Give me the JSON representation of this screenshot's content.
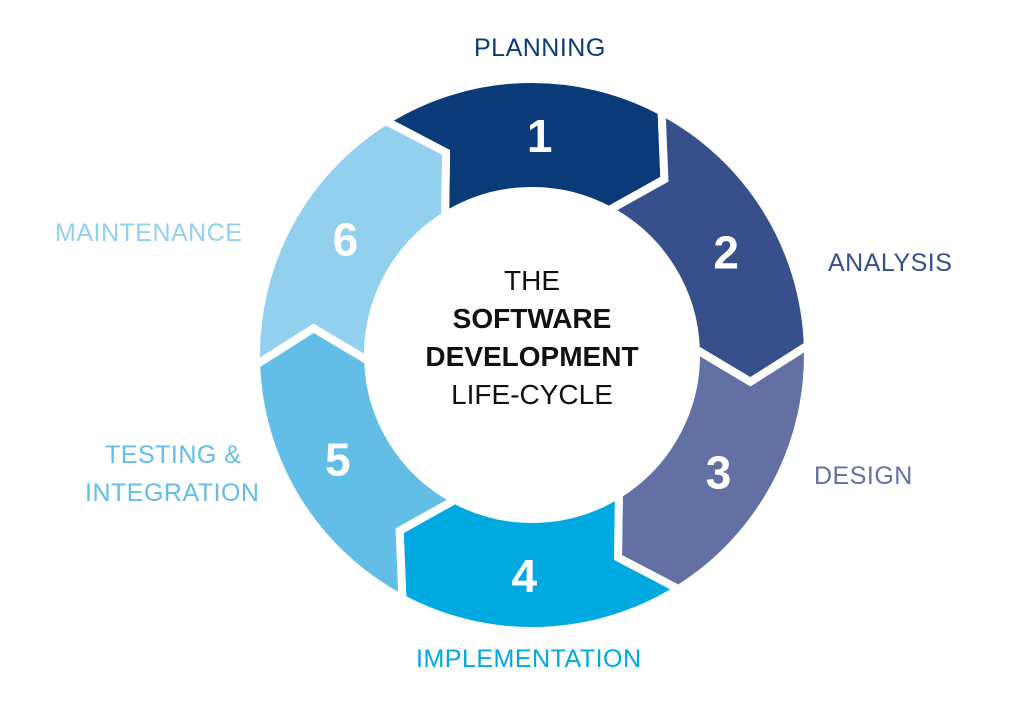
{
  "title": {
    "line1": "THE",
    "line2": "SOFTWARE",
    "line3": "DEVELOPMENT",
    "line4": "LIFE-CYCLE"
  },
  "stages": [
    {
      "number": "1",
      "label": "PLANNING",
      "color": "#0b3a78"
    },
    {
      "number": "2",
      "label": "ANALYSIS",
      "color": "#374f8a"
    },
    {
      "number": "3",
      "label": "DESIGN",
      "color": "#6370a3"
    },
    {
      "number": "4",
      "label": "IMPLEMENTATION",
      "color": "#00a9df"
    },
    {
      "number": "5",
      "label": "TESTING &",
      "label2": "INTEGRATION",
      "color": "#62bee6"
    },
    {
      "number": "6",
      "label": "MAINTENANCE",
      "color": "#93d0ee"
    }
  ]
}
